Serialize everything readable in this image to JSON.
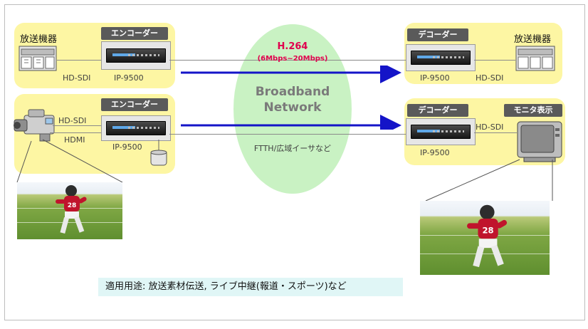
{
  "labels": {
    "broadcast_equipment": "放送機器",
    "encoder": "エンコーダー",
    "decoder": "デコーダー",
    "monitor_display": "モニタ表示",
    "hd_sdi": "HD-SDI",
    "hdmi": "HDMI",
    "model": "IP-9500"
  },
  "network": {
    "codec": "H.264",
    "bitrate": "(6Mbps~20Mbps)",
    "name_line1": "Broadband",
    "name_line2": "Network",
    "note": "FTTH/広域イーサなど"
  },
  "caption": "適用用途: 放送素材伝送, ライブ中継(報道・スポーツ)など",
  "player_number": "28",
  "colors": {
    "panel": "#fdf6a3",
    "tag": "#5a5a5a",
    "arrow": "#1414c8",
    "accent": "#e0004d",
    "cloud": "#c9f2c3",
    "caption_bg": "#e0f6f6"
  }
}
